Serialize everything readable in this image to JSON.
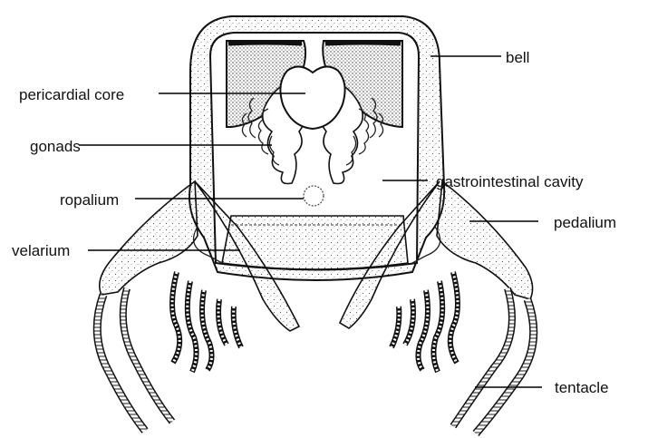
{
  "labels": {
    "bell": "bell",
    "pericardial_core": "pericardial core",
    "gonads": "gonads",
    "gastrointestinal_cavity": "gastrointestinal cavity",
    "ropalium": "ropalium",
    "pedalium": "pedalium",
    "velarium": "velarium",
    "tentacle": "tentacle"
  },
  "colors": {
    "ink": "#111111",
    "stipple": "#555555",
    "background": "#ffffff"
  }
}
